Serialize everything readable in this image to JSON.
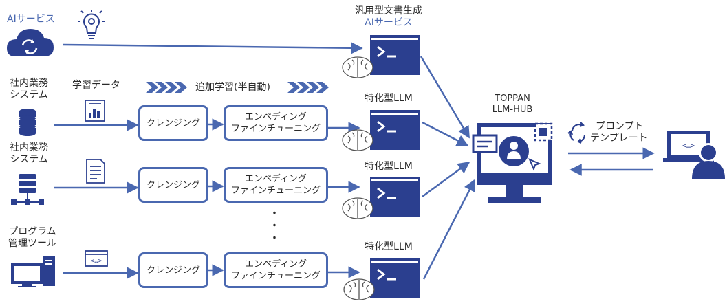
{
  "colors": {
    "primary": "#2b3f8f",
    "accent": "#4a68b0",
    "text": "#2a2a2a"
  },
  "sources": {
    "ai_service": {
      "label": "AIサービス",
      "icon": "cloud-sync-icon"
    },
    "internal_system_1": {
      "label_line1": "社内業務",
      "label_line2": "システム",
      "icon": "database-icon"
    },
    "internal_system_2": {
      "label_line1": "社内業務",
      "label_line2": "システム",
      "icon": "server-network-icon"
    },
    "program_tool": {
      "label_line1": "プログラム",
      "label_line2": "管理ツール",
      "icon": "desktop-computer-icon"
    }
  },
  "learning_data_label": "学習データ",
  "additional_learning_label": "追加学習(半自動)",
  "pipelines": [
    {
      "cleansing": "クレンジング",
      "tuning_line1": "エンベディング",
      "tuning_line2": "ファインチューニング"
    },
    {
      "cleansing": "クレンジング",
      "tuning_line1": "エンベディング",
      "tuning_line2": "ファインチューニング"
    },
    {
      "cleansing": "クレンジング",
      "tuning_line1": "エンベディング",
      "tuning_line2": "ファインチューニング"
    }
  ],
  "ellipsis": "・\n・\n・",
  "llms": {
    "general": {
      "line1": "汎用型文書生成",
      "line2": "AIサービス"
    },
    "specialized": [
      "特化型LLM",
      "特化型LLM",
      "特化型LLM"
    ]
  },
  "hub": {
    "line1": "TOPPAN",
    "line2": "LLM-HUB"
  },
  "prompt": {
    "line1": "プロンプト",
    "line2": "テンプレート"
  },
  "user_code_icon": "<…>"
}
